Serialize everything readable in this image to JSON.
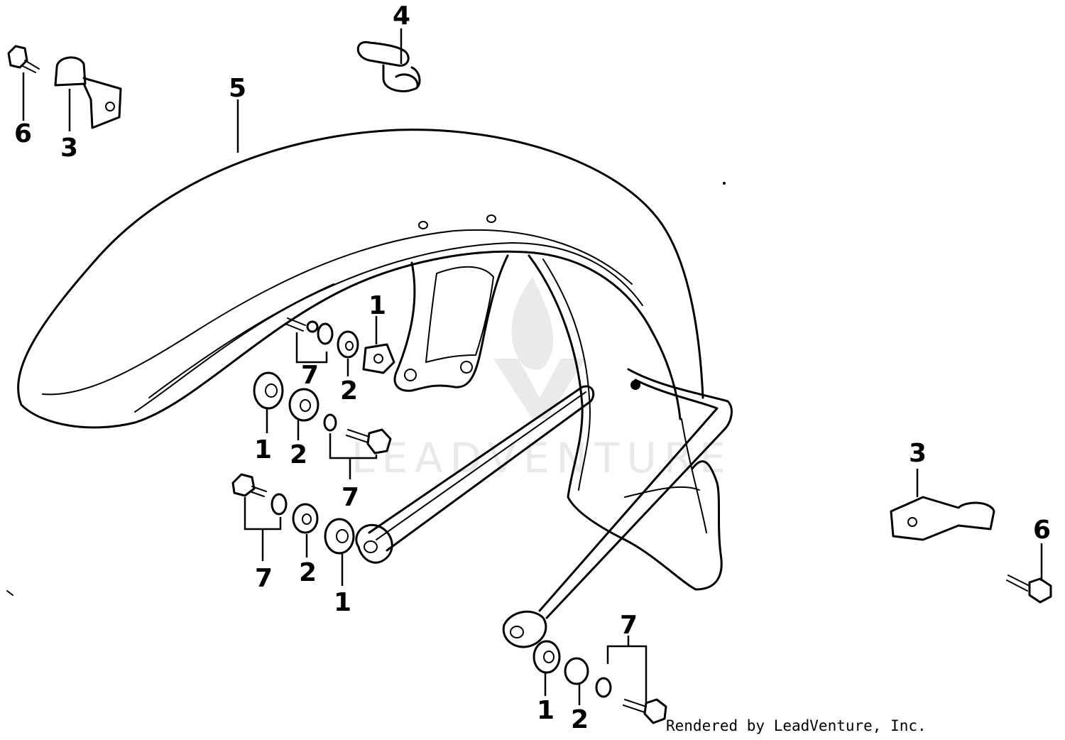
{
  "diagram": {
    "callouts": [
      {
        "id": "c6a",
        "label": "6"
      },
      {
        "id": "c3a",
        "label": "3"
      },
      {
        "id": "c4",
        "label": "4"
      },
      {
        "id": "c5",
        "label": "5"
      },
      {
        "id": "c1a",
        "label": "1"
      },
      {
        "id": "c7a",
        "label": "7"
      },
      {
        "id": "c2a",
        "label": "2"
      },
      {
        "id": "c1b",
        "label": "1"
      },
      {
        "id": "c2b",
        "label": "2"
      },
      {
        "id": "c7b",
        "label": "7"
      },
      {
        "id": "c7c",
        "label": "7"
      },
      {
        "id": "c2c",
        "label": "2"
      },
      {
        "id": "c1c",
        "label": "1"
      },
      {
        "id": "c3b",
        "label": "3"
      },
      {
        "id": "c6b",
        "label": "6"
      },
      {
        "id": "c7d",
        "label": "7"
      },
      {
        "id": "c1d",
        "label": "1"
      },
      {
        "id": "c2d",
        "label": "2"
      }
    ],
    "watermark_text": "LEADVENTURE",
    "credit": "Rendered by LeadVenture, Inc."
  },
  "colors": {
    "ink": "#000000",
    "paper": "#ffffff",
    "watermark": "#d8d8d8"
  }
}
